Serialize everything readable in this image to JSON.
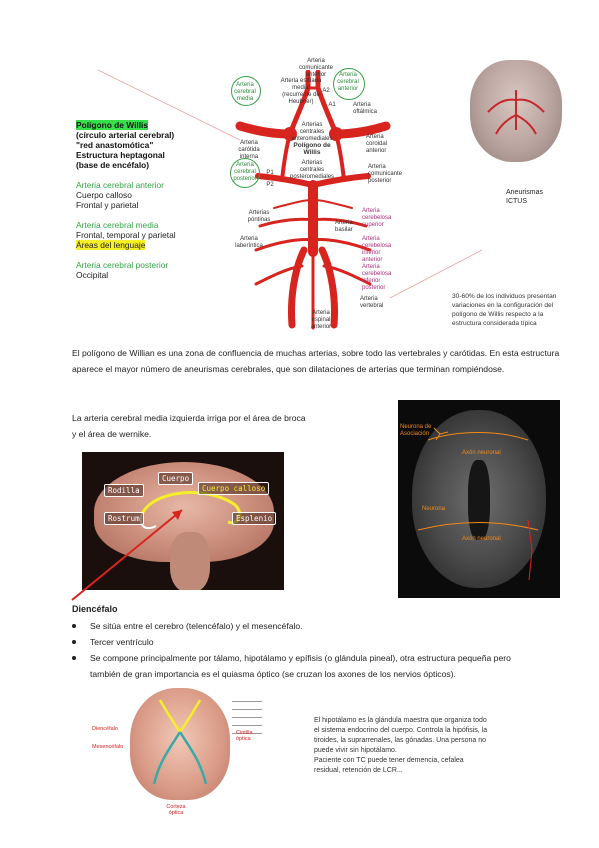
{
  "willis": {
    "labels": {
      "comunicante_anterior": "Arteria comunicante anterior",
      "estriada_medial": "Arteria estriada medial (recurrente de Heubner)",
      "cerebral_anterior": "Arteria cerebral anterior",
      "a2": "A2",
      "a1": "A1",
      "oftalmica": "Arteria oftálmica",
      "carotida_interna": "Arteria carótida interna",
      "centrales_anteromediales": "Arterias centrales anteromediales",
      "poligono": "Polígono de Willis",
      "coroidal_anterior": "Arteria coroidal anterior",
      "cerebral_media": "Arteria cerebral media",
      "cerebral_posterior": "Arteria cerebral posterior",
      "p1": "P1",
      "p2": "P2",
      "centrales_posteromediales": "Arterias centrales posteromediales",
      "comunicante_posterior": "Arteria comunicante posterior",
      "pontinas": "Arterias póntinas",
      "laberintica": "Arteria laberíntica",
      "basilar": "Arteria basilar",
      "cerebelosa_superior": "Arteria cerebelosa superior",
      "cerebelosa_inf_anterior": "Arteria cerebelosa inferior anterior",
      "cerebelosa_inf_posterior": "Arteria cerebelosa inferior posterior",
      "vertebral": "Arteria vertebral",
      "espinal_anterior": "Arteria espinal anterior"
    },
    "aneurismas": "Aneurismas",
    "ictus": "ICTUS",
    "variaciones": "30-60% de los individuos presentan variaciones en la configuración del polígono de Willis respecto a la estructura considerada típica"
  },
  "side": {
    "title": "Polígono de Willis",
    "sub1": "(círculo arterial cerebral)",
    "sub2": "\"red anastomótica\"",
    "sub3": "Estructura heptagonal",
    "sub4": "(base de encéfalo)",
    "aca_title": "Arteria cerebral anterior",
    "aca_1": "Cuerpo calloso",
    "aca_2": "Frontal y parietal",
    "acm_title": "Arteria cerebral media",
    "acm_1": "Frontal, temporal y parietal",
    "acm_2": "Áreas del lenguaje",
    "acp_title": "Arteria cerebral posterior",
    "acp_1": "Occipital"
  },
  "para1": "El polígono de Willian es una zona de confluencia de muchas arterias, sobre todo las vertebrales y carótidas. En esta estructura aparece el mayor número de aneurismas cerebrales, que son dilataciones de arterias que terminan rompiéndose.",
  "para2_line1": "La arteria cerebral media izquierda irriga por el área de broca",
  "para2_line2": "y el área de wernike.",
  "brain_photo": {
    "cuerpo": "Cuerpo",
    "rodilla": "Rodilla",
    "cuerpo_calloso": "Cuerpo calloso",
    "rostrum": "Rostrum",
    "esplenio": "Esplenio"
  },
  "mri": {
    "neurona_asociacion": "Neurona de Asociación",
    "axon_neuronal_1": "Axón neuronal",
    "neurona": "Neurona",
    "axon_neuronal_2": "Axón neuronal"
  },
  "diencefalo": {
    "heading": "Diencéfalo",
    "b1": "Se sitúa entre el cerebro (telencéfalo) y el mesencéfalo.",
    "b2": "Tercer ventrículo",
    "b3_l1": "Se compone principalmente por tálamo, hipotálamo y epífisis (o glándula pineal), otra estructura pequeña pero",
    "b3_l2": "también de gran importancia es el quiasma óptico (se cruzan los axones de los nervios ópticos)."
  },
  "brainbase": {
    "diencefalo": "Diencéfalo",
    "mesencefalo": "Mesencéfalo",
    "cintilla": "Cintilla óptica",
    "corteza": "Corteza óptica"
  },
  "hipotalamo": {
    "l1": "El hipotálamo es la glándula maestra que organiza todo",
    "l2": "el sistema endocrino del cuerpo. Controla la hipófisis, la",
    "l3": "tiroides, la suprarrenales, las gónadas. Una persona no",
    "l4": "puede vivir sin hipotálamo.",
    "l5": "Paciente con TC puede tener demencia, cefalea",
    "l6": "residual, retención de LCR..."
  },
  "colors": {
    "artery": "#d8241f",
    "highlight_green": "#35e04a",
    "highlight_yellow": "#f7ee2a",
    "pink_label": "#b0307a"
  }
}
